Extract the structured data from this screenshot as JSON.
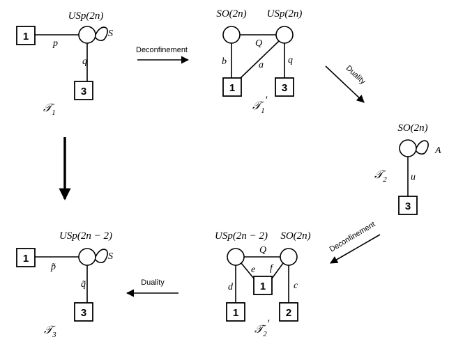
{
  "theories": {
    "T1": {
      "label": "𝒯",
      "sub": "1",
      "prime": ""
    },
    "T1p": {
      "label": "𝒯",
      "sub": "1",
      "prime": "′"
    },
    "T2": {
      "label": "𝒯",
      "sub": "2",
      "prime": ""
    },
    "T2p": {
      "label": "𝒯",
      "sub": "2",
      "prime": "′"
    },
    "T3": {
      "label": "𝒯",
      "sub": "3",
      "prime": ""
    }
  },
  "groups": {
    "t1": "USp(2n)",
    "t1p_left": "SO(2n)",
    "t1p_right": "USp(2n)",
    "t2": "SO(2n)",
    "t2p_left": "USp(2n − 2)",
    "t2p_right": "SO(2n)",
    "t3": "USp(2n − 2)"
  },
  "flavors": {
    "t1_left": "1",
    "t1_bottom": "3",
    "t1p_left": "1",
    "t1p_right": "3",
    "t2_bottom": "3",
    "t2p_left": "1",
    "t2p_mid": "1",
    "t2p_right": "2",
    "t3_left": "1",
    "t3_bottom": "3"
  },
  "fields": {
    "t1_S": "S",
    "t1_p": "p",
    "t1_q": "q",
    "t1p_Q": "Q",
    "t1p_b": "b",
    "t1p_a": "a",
    "t1p_q": "q",
    "t2_A": "A",
    "t2_u": "u",
    "t2p_Q": "Q",
    "t2p_e": "e",
    "t2p_f": "f",
    "t2p_d": "d",
    "t2p_c": "c",
    "t3_S": "S",
    "t3_p": "p̃",
    "t3_q": "q̃"
  },
  "arrows": {
    "deconf1": "Deconfinement",
    "duality1": "Duality",
    "deconf2": "Deconfinement",
    "duality2": "Duality"
  }
}
